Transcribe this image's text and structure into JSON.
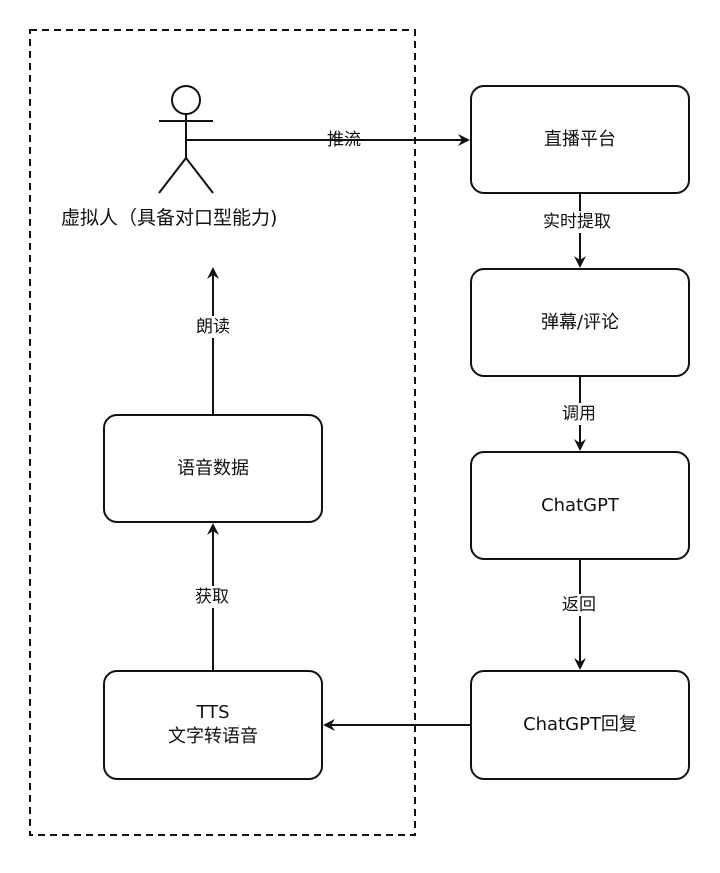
{
  "actor": {
    "label": "虚拟人（具备对口型能力)"
  },
  "nodes": {
    "live_platform": "直播平台",
    "danmaku": "弹幕/评论",
    "chatgpt": "ChatGPT",
    "chatgpt_reply": "ChatGPT回复",
    "tts_line1": "TTS",
    "tts_line2": "文字转语音",
    "voice_data": "语音数据"
  },
  "edges": {
    "push_stream": "推流",
    "realtime_fetch": "实时提取",
    "invoke": "调用",
    "return": "返回",
    "fetch": "获取",
    "read_aloud": "朗读"
  }
}
